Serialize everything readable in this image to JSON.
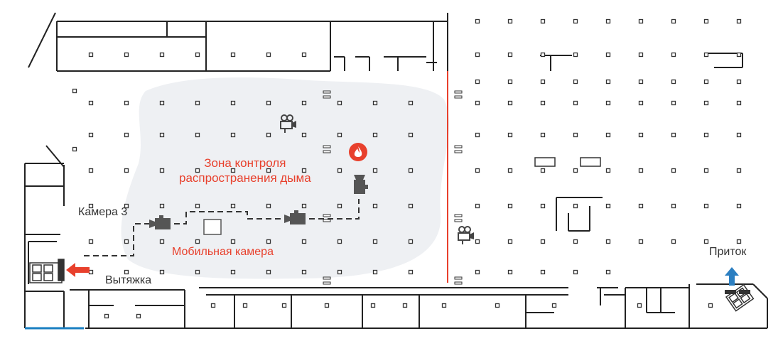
{
  "labels": {
    "smoke_zone_line1": "Зона контроля",
    "smoke_zone_line2": "распространения дыма",
    "camera3": "Камера 3",
    "mobile_camera": "Мобильная камера",
    "exhaust": "Вытяжка",
    "supply": "Приток"
  },
  "colors": {
    "accent_red": "#e8402c",
    "supply_arrow": "#2c7fc1",
    "zone_fill": "#eef0f3",
    "walls": "#222222",
    "camera": "#555555",
    "ground_line": "#1a7fc1"
  },
  "icons": [
    "fire-icon",
    "camera-icon",
    "camera-icon",
    "camera-icon",
    "camera-icon",
    "camera-icon",
    "mobile-camera-box-icon",
    "exhaust-arrow-icon",
    "supply-arrow-icon"
  ]
}
